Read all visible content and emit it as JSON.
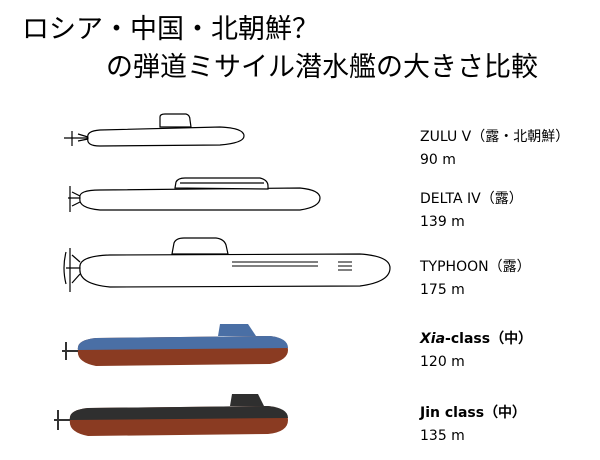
{
  "title": {
    "line1": "ロシア・中国・北朝鮮？",
    "line2": "の弾道ミサイル潜水艦の大きさ比較"
  },
  "submarines": [
    {
      "name": "ZULU V（露・北朝鮮）",
      "length": "90 m",
      "style": "outline"
    },
    {
      "name": "DELTA IV（露）",
      "length": "139 m",
      "style": "outline"
    },
    {
      "name": "TYPHOON（露）",
      "length": "175 m",
      "style": "outline"
    },
    {
      "name_italic": "Xia",
      "name_rest": "-class（中）",
      "length": "120 m",
      "style": "colored"
    },
    {
      "name": "Jin class（中）",
      "length": "135 m",
      "style": "colored"
    }
  ],
  "colors": {
    "hull_red": "#8a3b22",
    "xia_top": "#4a6fa5",
    "jin_top": "#2f2f2f",
    "outline": "#000000"
  }
}
